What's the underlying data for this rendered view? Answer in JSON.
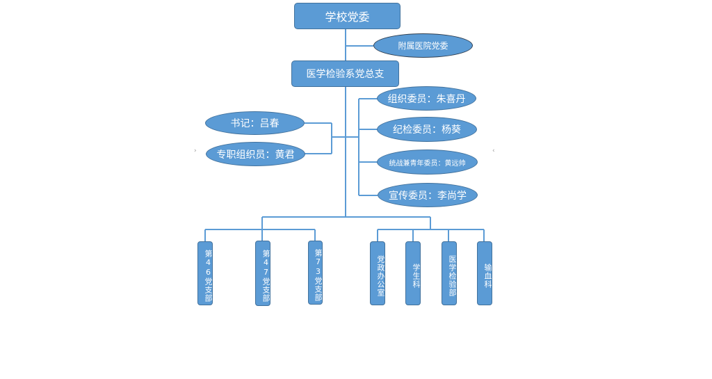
{
  "chart": {
    "root": "学校党委",
    "affiliated": "附属医院党委",
    "dept": "医学检验系党总支",
    "left_members": [
      "书记：吕春",
      "专职组织员：黄君"
    ],
    "right_members": [
      "组织委员：朱喜丹",
      "纪检委员：杨葵",
      "统战兼青年委员：黄远帅",
      "宣传委员：李尚学"
    ],
    "branches": [
      "第46党支部",
      "第47党支部",
      "第73党支部"
    ],
    "offices": [
      "党政办公室",
      "学生科",
      "医学检验部",
      "输血科"
    ],
    "side_marks": [
      "›",
      "‹"
    ]
  },
  "colors": {
    "fill": "#5b9bd5",
    "border": "#41719c",
    "text": "#ffffff",
    "line": "#5b9bd5"
  }
}
